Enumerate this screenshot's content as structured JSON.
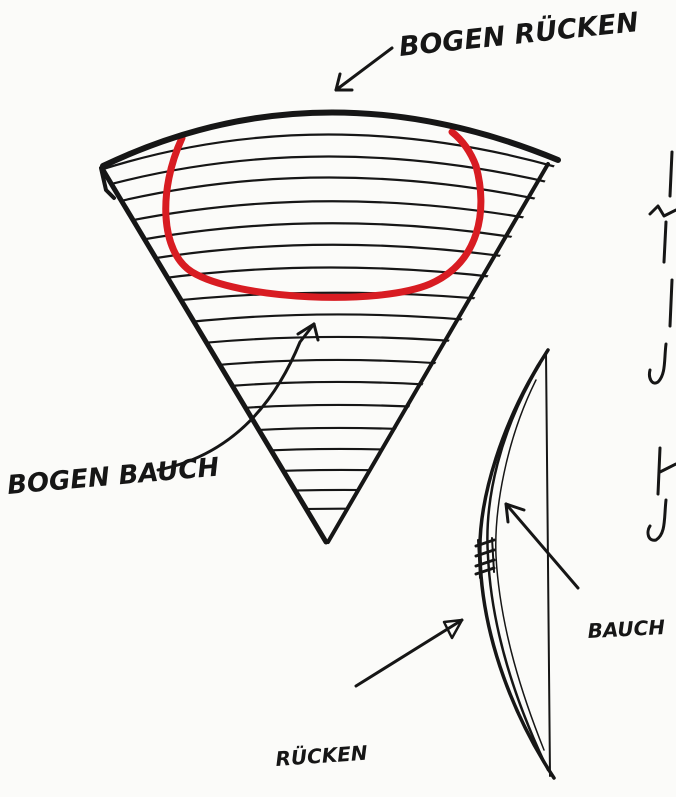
{
  "labels": {
    "back": "BOGEN RÜCKEN",
    "belly": "BOGEN BAUCH",
    "bow_belly": "BAUCH",
    "bow_back": "RÜCKEN"
  },
  "colors": {
    "ink": "#161616",
    "red": "#d81c22",
    "paper": "#fbfbf9"
  }
}
